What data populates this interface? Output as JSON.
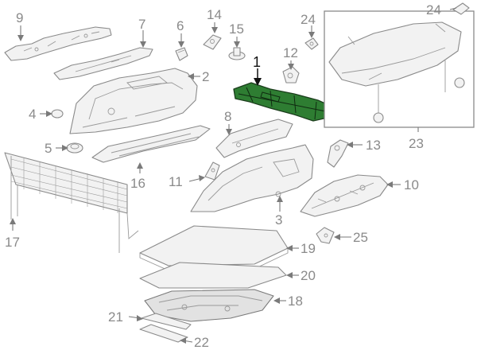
{
  "diagram": {
    "highlight_color": "#2e7d32",
    "line_color": "#8a8a8a",
    "callouts": [
      {
        "id": "1",
        "label": "1",
        "highlighted": true
      },
      {
        "id": "2",
        "label": "2"
      },
      {
        "id": "3",
        "label": "3"
      },
      {
        "id": "4",
        "label": "4"
      },
      {
        "id": "5",
        "label": "5"
      },
      {
        "id": "6",
        "label": "6"
      },
      {
        "id": "7",
        "label": "7"
      },
      {
        "id": "8",
        "label": "8"
      },
      {
        "id": "9",
        "label": "9"
      },
      {
        "id": "10",
        "label": "10"
      },
      {
        "id": "11",
        "label": "11"
      },
      {
        "id": "12",
        "label": "12"
      },
      {
        "id": "13",
        "label": "13"
      },
      {
        "id": "14",
        "label": "14"
      },
      {
        "id": "15",
        "label": "15"
      },
      {
        "id": "16",
        "label": "16"
      },
      {
        "id": "17",
        "label": "17"
      },
      {
        "id": "18",
        "label": "18"
      },
      {
        "id": "19",
        "label": "19"
      },
      {
        "id": "20",
        "label": "20"
      },
      {
        "id": "21",
        "label": "21"
      },
      {
        "id": "22",
        "label": "22"
      },
      {
        "id": "23",
        "label": "23"
      },
      {
        "id": "24a",
        "label": "24"
      },
      {
        "id": "24b",
        "label": "24"
      },
      {
        "id": "25",
        "label": "25"
      }
    ]
  }
}
